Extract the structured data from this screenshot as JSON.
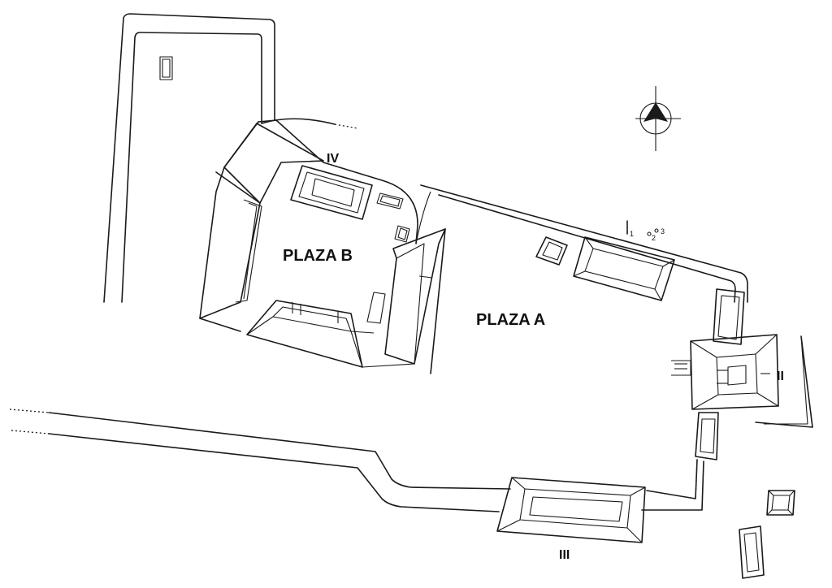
{
  "labels": {
    "plaza_a": "PLAZA A",
    "plaza_b": "PLAZA B",
    "structure_ii": "II",
    "structure_iii": "III",
    "structure_iv": "IV",
    "marker_1": "1",
    "marker_2": "2",
    "marker_3": "3"
  },
  "north_arrow": {
    "icon": "north-arrow-icon"
  },
  "colors": {
    "ink": "#1a1a1a",
    "paper": "#ffffff"
  }
}
